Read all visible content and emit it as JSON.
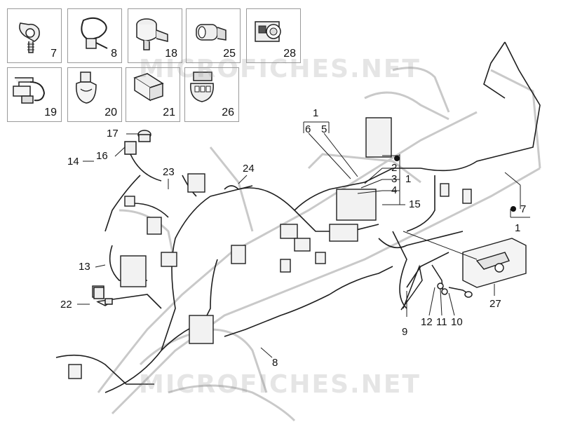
{
  "watermark": {
    "text": "MICROFICHES.NET"
  },
  "thumbnails": [
    {
      "label": "7",
      "icon": "clip-bolt-icon"
    },
    {
      "label": "8",
      "icon": "cable-strap-icon"
    },
    {
      "label": "18",
      "icon": "pipe-clamp-icon"
    },
    {
      "label": "25",
      "icon": "round-connector-icon"
    },
    {
      "label": "28",
      "icon": "square-connector-icon"
    },
    {
      "label": "19",
      "icon": "edge-clip-icon"
    },
    {
      "label": "20",
      "icon": "push-clip-icon"
    },
    {
      "label": "21",
      "icon": "flat-clip-icon"
    },
    {
      "label": "26",
      "icon": "plug-connector-icon"
    }
  ],
  "callouts": {
    "c1_top": "1",
    "c6": "6",
    "c5": "5",
    "c2": "2",
    "c3": "3",
    "c4": "4",
    "c1_right": "1",
    "c15": "15",
    "c7_right": "7",
    "c1_bottom": "1",
    "c27": "27",
    "c9": "9",
    "c12": "12",
    "c11": "11",
    "c10": "10",
    "c17": "17",
    "c16": "16",
    "c14": "14",
    "c23": "23",
    "c24": "24",
    "c13": "13",
    "c22": "22",
    "c8_bottom": "8"
  }
}
